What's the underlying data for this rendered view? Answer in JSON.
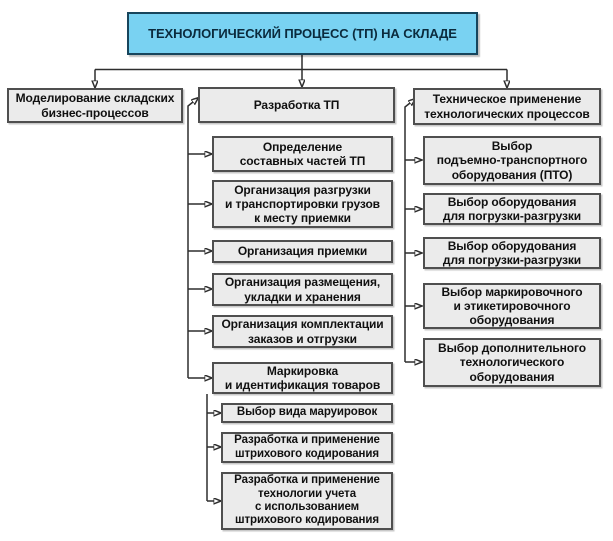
{
  "diagram": {
    "title": "ТЕХНОЛОГИЧЕСКИЙ ПРОЦЕСС (ТП) НА СКЛАДЕ",
    "left_branch": {
      "label": "Моделирование складских\nбизнес-процессов"
    },
    "middle_branch": {
      "label": "Разработка ТП",
      "children": [
        "Определение\nсоставных частей ТП",
        "Организация разгрузки\nи транспортировки грузов\nк месту приемки",
        "Организация приемки",
        "Организация размещения,\nукладки и хранения",
        "Организация комплектации\nзаказов и отгрузки",
        "Маркировка\nи идентификация товаров"
      ],
      "marking_subchildren": [
        "Выбор вида маруировок",
        "Разработка и применение\nштрихового кодирования",
        "Разработка и применение\nтехнологии учета\nс использованием\nштрихового кодирования"
      ]
    },
    "right_branch": {
      "label": "Техническое применение\nтехнологических процессов",
      "children": [
        "Выбор\nподъемно-транспортного\nоборудования (ПТО)",
        "Выбор оборудования\nдля погрузки-разгрузки",
        "Выбор оборудования\nдля погрузки-разгрузки",
        "Выбор маркировочного\nи этикетировочного\nоборудования",
        "Выбор дополнительного\nтехнологического\nоборудования"
      ]
    },
    "colors": {
      "title_fill": "#79d2f2",
      "title_border": "#17455c",
      "node_fill": "#ebebeb",
      "node_border": "#4f4f4f",
      "connector": "#2e2e2e"
    }
  }
}
